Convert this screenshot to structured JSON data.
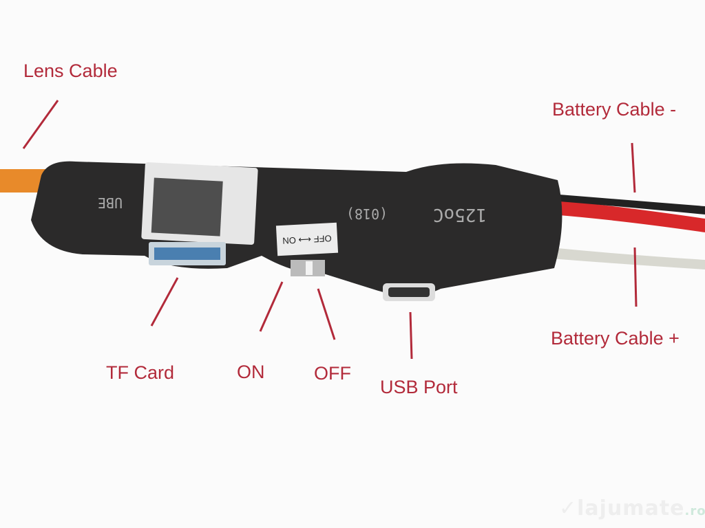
{
  "labels": {
    "lens_cable": "Lens Cable",
    "battery_minus": "Battery Cable -",
    "battery_plus": "Battery Cable +",
    "tf_card": "TF Card",
    "on": "ON",
    "off": "OFF",
    "usb_port": "USB Port"
  },
  "device_print": {
    "switch_sticker": "OFF ⟷ ON",
    "code": "(018)",
    "temp": "125oC",
    "ube": "UBE"
  },
  "watermark": {
    "name": "lajumate",
    "tld": ".ro"
  },
  "colors": {
    "label": "#b22a3a",
    "device": "#2b2a2a",
    "cable_orange": "#e88a2a",
    "wire_red": "#d8282a"
  }
}
